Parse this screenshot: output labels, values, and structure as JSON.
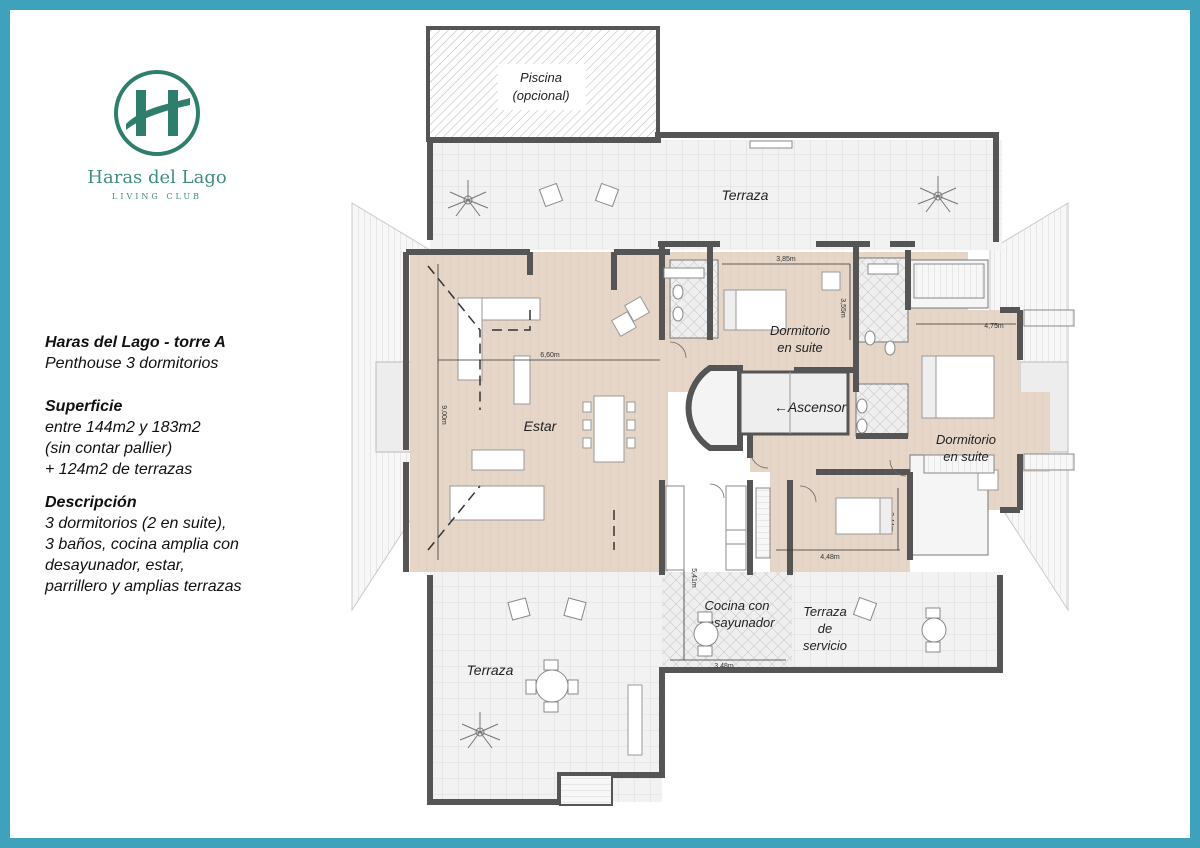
{
  "brand": {
    "name": "Haras del Lago",
    "subtitle": "LIVING CLUB",
    "logo_letter": "H",
    "color": "#2f7d6b"
  },
  "info": {
    "title": "Haras del Lago - torre A",
    "subtitle": "Penthouse 3 dormitorios",
    "surface_heading": "Superficie",
    "surface_lines": [
      "entre 144m2 y 183m2",
      "(sin contar pallier)",
      "+ 124m2 de terrazas"
    ],
    "description_heading": "Descripción",
    "description_lines": [
      "3 dormitorios (2 en suite),",
      "3 baños, cocina amplia con",
      "desayunador,  estar,",
      "parrillero y amplias terrazas"
    ]
  },
  "plan": {
    "rooms": {
      "piscina": "Piscina",
      "piscina_note": "(opcional)",
      "terraza_top": "Terraza",
      "estar": "Estar",
      "dormitorio1_a": "Dormitorio",
      "dormitorio1_b": "en suite",
      "ascensor": "Ascensor",
      "dormitorio2_a": "Dormitorio",
      "dormitorio2_b": "en suite",
      "cocina_a": "Cocina con",
      "cocina_b": "desayunador",
      "servicio_a": "Terraza",
      "servicio_b": "de",
      "servicio_c": "servicio",
      "terraza_bottom": "Terraza"
    },
    "dimensions": {
      "estar_w": "6,60m",
      "estar_h": "9,00m",
      "dorm1_w": "3,85m",
      "dorm1_h": "3,55m",
      "dorm2_w": "4,75m",
      "dorm3_w": "4,48m",
      "dorm3_h": "2,44m",
      "cocina_h": "5,41m",
      "cocina_w": "3,48m"
    },
    "colors": {
      "frame": "#3ea2bd",
      "interior_floor": "#e3d2c3",
      "terrace_floor": "#f1f1f1",
      "wall": "#555555",
      "roof": "#f4f4f4"
    }
  }
}
